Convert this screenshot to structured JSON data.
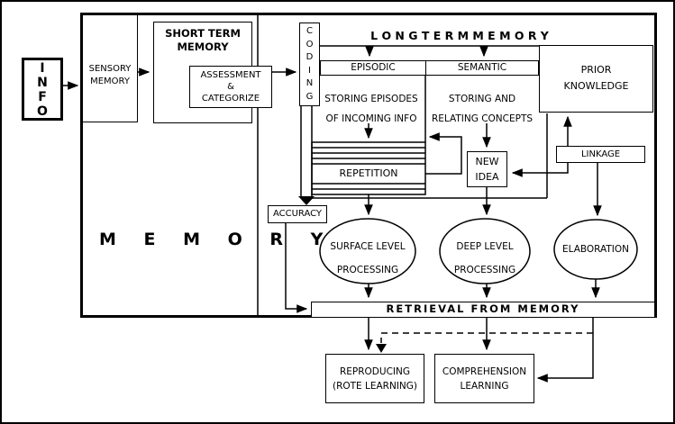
{
  "colors": {
    "ink": "#000000",
    "background": "#ffffff"
  },
  "info": {
    "letters": [
      "I",
      "N",
      "F",
      "O"
    ]
  },
  "memory_section": {
    "label": "M E M O R Y"
  },
  "sensory": {
    "line1": "SENSORY",
    "line2": "MEMORY"
  },
  "stm": {
    "line1": "SHORT TERM",
    "line2": "MEMORY"
  },
  "assessment": {
    "line1": "ASSESSMENT",
    "line2": "&",
    "line3": "CATEGORIZE"
  },
  "coding": {
    "letters": [
      "C",
      "O",
      "D",
      "I",
      "N",
      "G"
    ]
  },
  "ltm": {
    "title": "L O N G   T E R M   M E M O R Y",
    "episodic": "EPISODIC",
    "semantic": "SEMANTIC",
    "storing_episodes_line1": "STORING EPISODES",
    "storing_episodes_line2": "OF INCOMING INFO",
    "storing_relating_line1": "STORING AND",
    "storing_relating_line2": "RELATING CONCEPTS",
    "repetition": "REPETITION",
    "new_idea_line1": "NEW",
    "new_idea_line2": "IDEA",
    "prior_knowledge_line1": "PRIOR",
    "prior_knowledge_line2": "KNOWLEDGE",
    "linkage": "LINKAGE"
  },
  "accuracy": {
    "label": "ACCURACY"
  },
  "processing": {
    "surface_line1": "SURFACE LEVEL",
    "surface_line2": "PROCESSING",
    "deep_line1": "DEEP LEVEL",
    "deep_line2": "PROCESSING",
    "elaboration": "ELABORATION"
  },
  "retrieval": {
    "label": "RETRIEVAL FROM MEMORY"
  },
  "outcomes": {
    "reproducing_line1": "REPRODUCING",
    "reproducing_line2": "(ROTE LEARNING)",
    "comprehension_line1": "COMPREHENSION",
    "comprehension_line2": "LEARNING"
  }
}
